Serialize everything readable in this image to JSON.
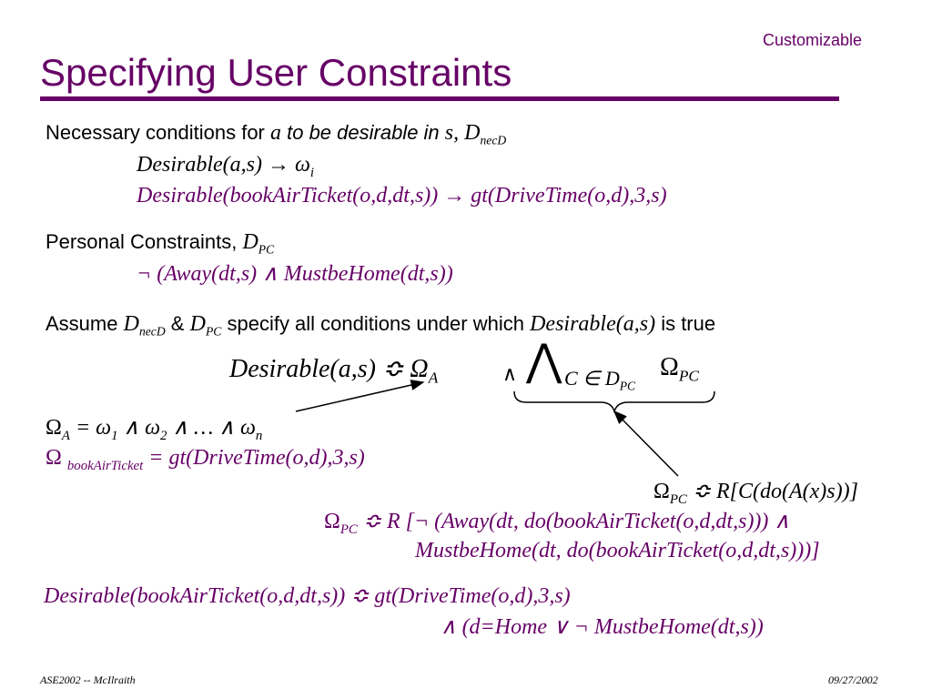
{
  "slide": {
    "tag": "Customizable",
    "title": "Specifying User Constraints",
    "footer_left": "ASE2002 -- McIlraith",
    "footer_right": "09/27/2002"
  },
  "necessary": {
    "lead": "Necessary conditions for ",
    "a": "a",
    "mid": " to be desirable in ",
    "s": "s, D",
    "sub": "necD",
    "rule1_a": "Desirable(a,s) → ω",
    "rule1_sub": "i",
    "rule2": "Desirable(bookAirTicket(o,d,dt,s)) → gt(DriveTime(o,d),3,s)"
  },
  "personal": {
    "lead": "Personal Constraints, ",
    "d": "D",
    "sub": "PC",
    "rule": "¬ (Away(dt,s) ∧  MustbeHome(dt,s))"
  },
  "assume": {
    "t1": "Assume ",
    "d1": "D",
    "d1sub": "necD",
    "amp": " & ",
    "d2": "D",
    "d2sub": "PC",
    "t2": "  specify all conditions under which ",
    "des": "Desirable(a,s)",
    "t3": " is true"
  },
  "formula": {
    "lhs": "Desirable(a,s) ≎ Ω",
    "lhs_sub": "A",
    "and": "∧",
    "bigand": "⋀",
    "c": "C ∈ D",
    "c_sub": "PC",
    "omega": "Ω",
    "omega_sub": "PC"
  },
  "omega_a": {
    "a1": "Ω",
    "a1sub": "A",
    "a2": " = ω",
    "a2sub": "1",
    "a3": " ∧ ω",
    "a3sub": "2",
    "a4": " ∧ … ∧ ω",
    "a4sub": "n",
    "b1": "Ω ",
    "b1sub": "bookAirTicket",
    "b2": " = gt(DriveTime(o,d),3,s)"
  },
  "omega_pc": {
    "l1": "Ω",
    "l1sub": "PC",
    "l1rest": " ≎ R[C(do(A(x)s))]",
    "l2": "Ω",
    "l2sub": "PC",
    "l2rest": " ≎ R [¬ (Away(dt, do(bookAirTicket(o,d,dt,s))) ∧",
    "l3": "MustbeHome(dt, do(bookAirTicket(o,d,dt,s)))]"
  },
  "final": {
    "l1": "Desirable(bookAirTicket(o,d,dt,s)) ≎  gt(DriveTime(o,d),3,s)",
    "l2": "∧  (d=Home ∨ ¬ MustbeHome(dt,s))"
  },
  "colors": {
    "accent": "#660066",
    "text": "#000000"
  }
}
